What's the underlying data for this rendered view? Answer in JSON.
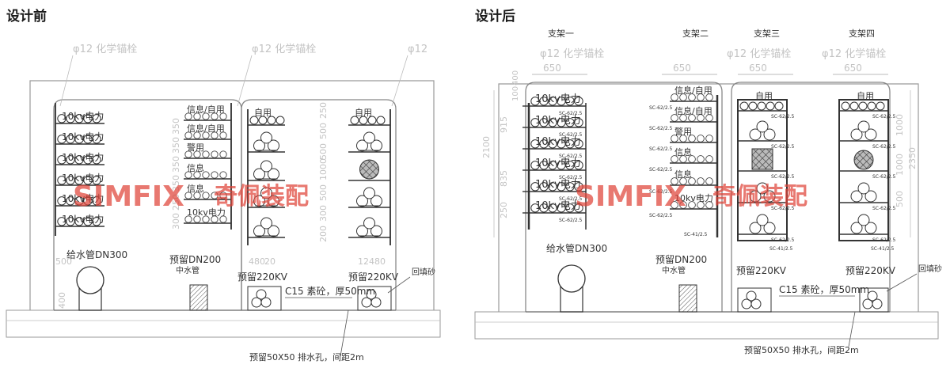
{
  "titles": {
    "before": "设计前",
    "after": "设计后"
  },
  "watermark": {
    "brand": "SIMFIX",
    "cn": "奇佩装配",
    "color": "#e0453a"
  },
  "before": {
    "anchor": "φ12 化学锚栓",
    "anchor_b": "φ12 化学锚栓",
    "anchor_c": "φ12",
    "left_cables": [
      "10kv电力",
      "10kv电力",
      "10kv电力",
      "10kv电力",
      "10kv电力",
      "10kv电力"
    ],
    "mid_cables": [
      "信息/自用",
      "信息/自用",
      "警用",
      "信息",
      "信息",
      "10kv电力"
    ],
    "right1_top": "自用",
    "right2_top": "自用",
    "water_main": "给水管DN300",
    "reserve_dn200": "预留DN200",
    "reserve_dn200_sub": "中水管",
    "reserve_220kv_a": "预留220KV",
    "reserve_220kv_b": "预留220KV",
    "c15": "C15 素砼，厚50mm",
    "backfill": "回填砂",
    "drain": "预留50X50 排水孔，间距2m",
    "dims_v": [
      "350",
      "350",
      "350",
      "350",
      "250",
      "300"
    ],
    "dims_v_right": [
      "250",
      "500",
      "500",
      "1000",
      "500",
      "300",
      "200"
    ],
    "dims_bottom": [
      "500",
      "480",
      "20",
      "12",
      "480"
    ],
    "dim_left_bottom": "400"
  },
  "after": {
    "supports": [
      "支架一",
      "支架二",
      "支架三",
      "支架四"
    ],
    "anchor1": "φ12 化学锚栓",
    "anchor2": "φ12 化学锚栓",
    "anchor3": "φ12 化学锚栓",
    "widths": [
      "650",
      "650",
      "650",
      "650"
    ],
    "left_cables": [
      "10kv电力",
      "10kv电力",
      "10kv电力",
      "10kv电力",
      "10kv电力",
      "10kv电力"
    ],
    "mid_cables": [
      "信息/自用",
      "信息/自用",
      "警用",
      "信息",
      "信息",
      "10kv电力"
    ],
    "right1_top": "自用",
    "right2_top": "自用",
    "sc_tag": "SC-62/2.5",
    "sc_tag_bottom": "SC-41/2.5",
    "water_main": "给水管DN300",
    "reserve_dn200": "预留DN200",
    "reserve_dn200_sub": "中水管",
    "reserve_220kv_a": "预留220KV",
    "reserve_220kv_b": "预留220KV",
    "c15": "C15 素砼，厚50mm",
    "backfill": "回填砂",
    "drain": "预留50X50 排水孔，间距2m",
    "dims_left": [
      "2100",
      "915",
      "835",
      "250"
    ],
    "dims_right": [
      "2350",
      "1000",
      "1000",
      "500"
    ],
    "dims_small": [
      "100",
      "400"
    ]
  }
}
